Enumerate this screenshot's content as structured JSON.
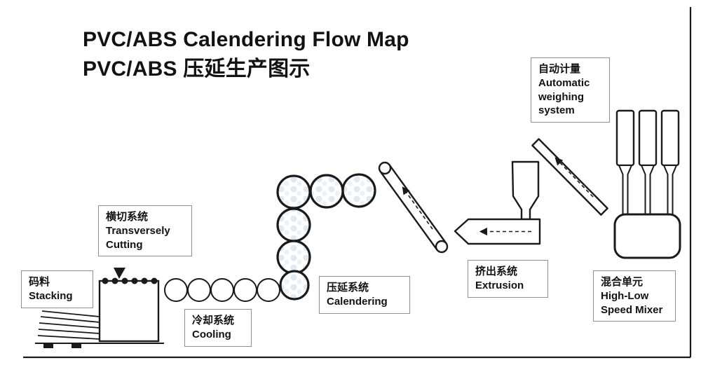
{
  "title": {
    "line1": "PVC/ABS Calendering Flow Map",
    "line2": "PVC/ABS 压延生产图示"
  },
  "labels": {
    "weighing": {
      "zh": "自动计量",
      "en": "Automatic weighing system"
    },
    "cutting": {
      "zh": "横切系统",
      "en": "Transversely Cutting"
    },
    "stacking": {
      "zh": "码料",
      "en": "Stacking"
    },
    "cooling": {
      "zh": "冷却系统",
      "en": "Cooling"
    },
    "calendering": {
      "zh": "压延系统",
      "en": "Calendering"
    },
    "extrusion": {
      "zh": "挤出系统",
      "en": "Extrusion"
    },
    "mixer": {
      "zh": "混合单元",
      "en": "High-Low Speed Mixer"
    }
  },
  "colors": {
    "line": "#1a1a1a",
    "box_border": "#909090",
    "roll_tint": "#dfe9f2"
  }
}
